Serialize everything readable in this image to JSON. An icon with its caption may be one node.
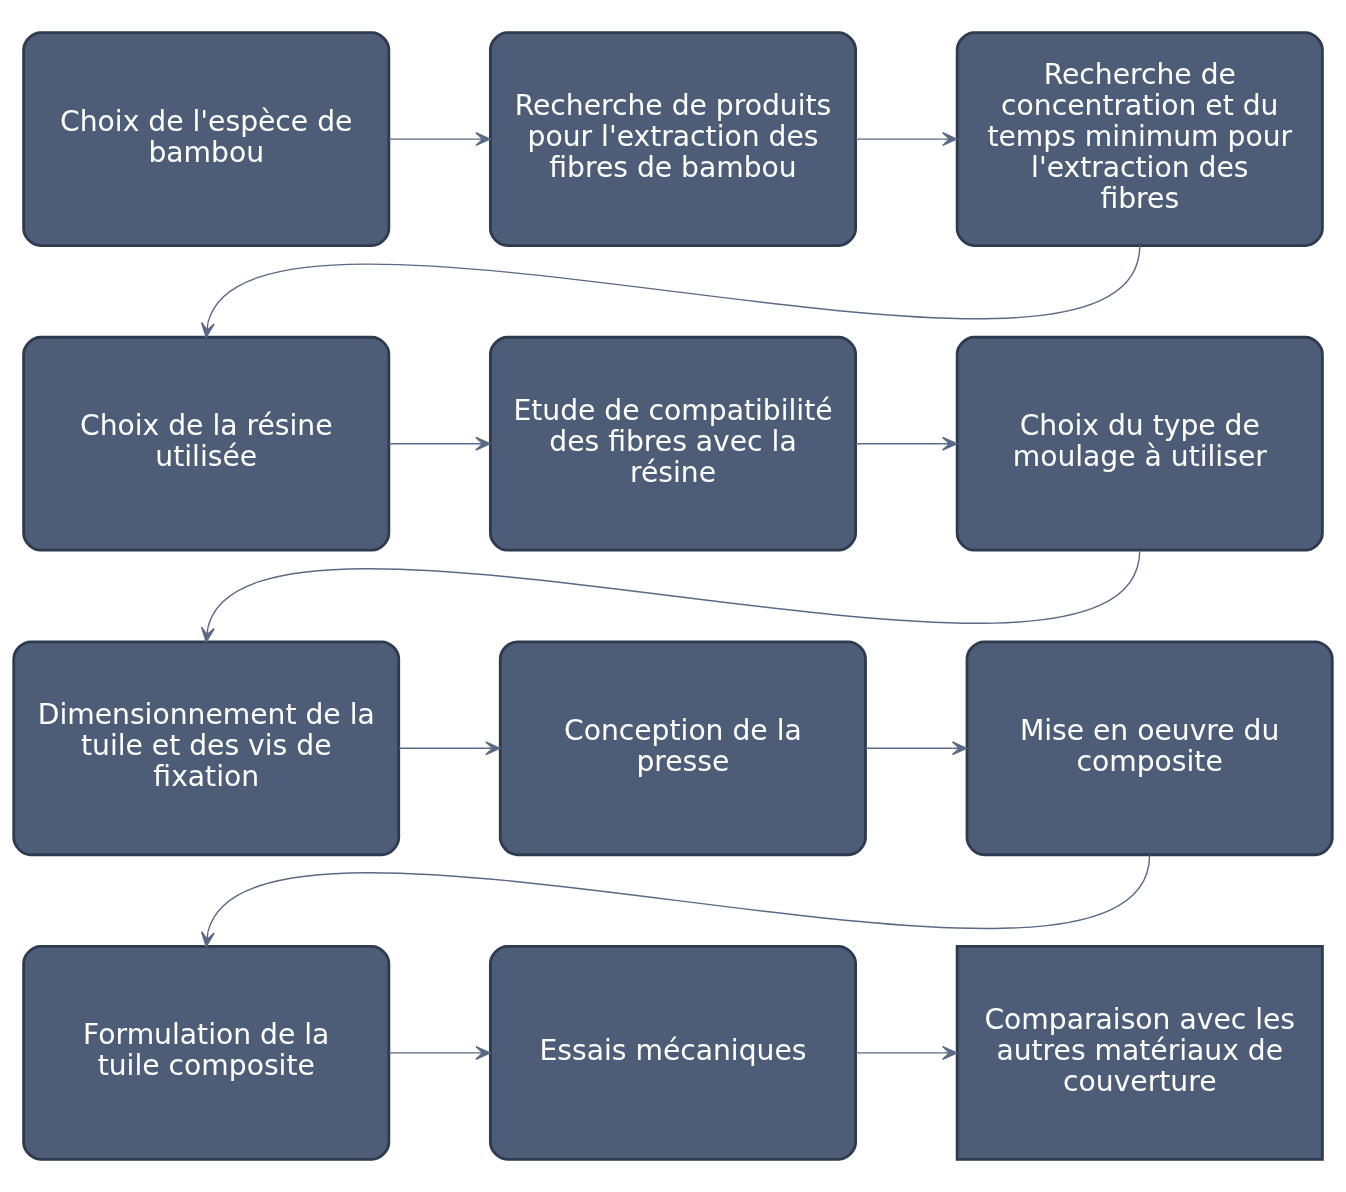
{
  "diagram": {
    "nodes": [
      {
        "text": [
          "Choix de l'espèce de bambou"
        ]
      },
      {
        "text": [
          "Recherche de produits pour l'extraction des fibres de bambou"
        ]
      },
      {
        "text": [
          "Recherche de concentration et du temps minimum pour l'extraction des fibres"
        ]
      },
      {
        "text": [
          "Choix de la résine utilisée"
        ]
      },
      {
        "text": [
          "Etude de compatibilité des fibres avec la résine"
        ]
      },
      {
        "text": [
          "Choix du type de moulage à utiliser"
        ]
      },
      {
        "text": [
          "Dimensionnement de la tuile et des vis de fixation"
        ]
      },
      {
        "text": [
          "Conception de la presse"
        ]
      },
      {
        "text": [
          "Mise en oeuvre du composite"
        ]
      },
      {
        "text": [
          "Formulation de la tuile composite"
        ]
      },
      {
        "text": [
          "Essais mécaniques"
        ]
      },
      {
        "text": [
          "Comparaison avec les autres matériaux de couverture"
        ]
      }
    ],
    "edges": [
      {
        "from": 0,
        "to": 1,
        "arrow": "to"
      },
      {
        "from": 1,
        "to": 2,
        "arrow": "to"
      },
      {
        "from": 2,
        "to": 3,
        "arrow": "to"
      },
      {
        "from": 3,
        "to": 4,
        "arrow": "to"
      },
      {
        "from": 4,
        "to": 5,
        "arrow": "to"
      },
      {
        "from": 5,
        "to": 6,
        "arrow": "to"
      },
      {
        "from": 6,
        "to": 7,
        "arrow": "to"
      },
      {
        "from": 7,
        "to": 8,
        "arrow": "to"
      },
      {
        "from": 8,
        "to": 9,
        "arrow": "to"
      },
      {
        "from": 9,
        "to": 10,
        "arrow": "to"
      },
      {
        "from": 10,
        "to": 11,
        "arrow": "to"
      }
    ]
  }
}
